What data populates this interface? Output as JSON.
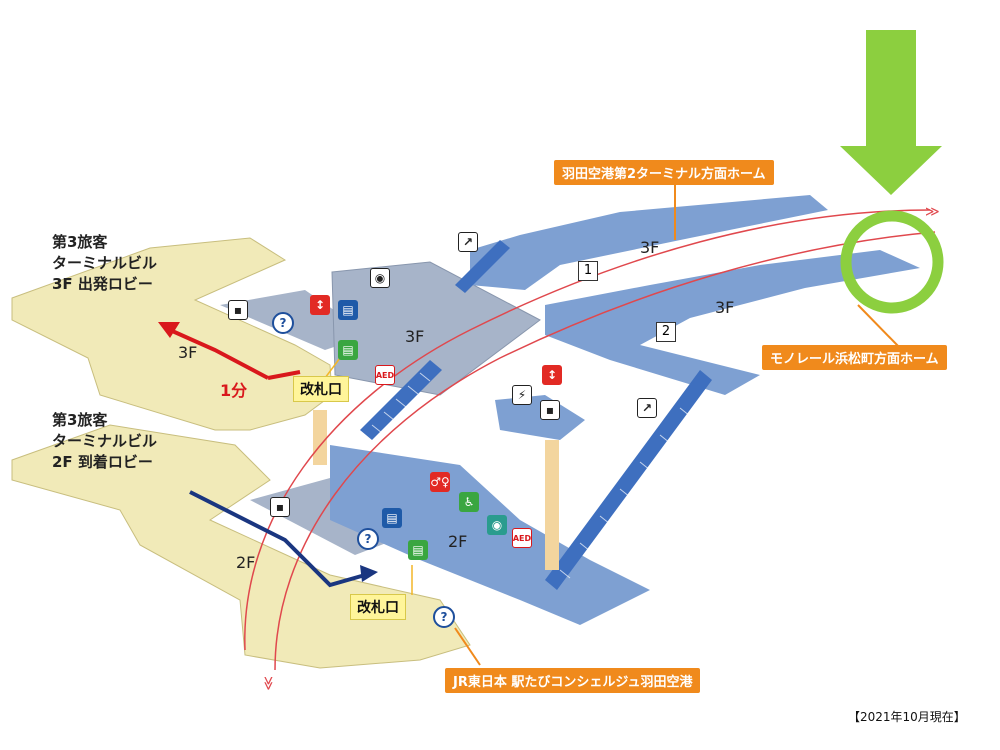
{
  "terminal_3f": {
    "line1": "第3旅客",
    "line2": "ターミナルビル",
    "line3": "3F 出発ロビー"
  },
  "terminal_2f": {
    "line1": "第3旅客",
    "line2": "ターミナルビル",
    "line3": "2F 到着ロビー"
  },
  "floors": {
    "left_3f": "3F",
    "left_2f": "2F",
    "center_3f": "3F",
    "platform1_3f": "3F",
    "platform2_3f": "3F",
    "mid_2f": "2F"
  },
  "platforms": {
    "num1": "1",
    "num2": "2"
  },
  "walk_time": "1分",
  "gates": {
    "upper": "改札口",
    "lower": "改札口"
  },
  "callouts": {
    "haneda_t2": "羽田空港第2ターミナル方面ホーム",
    "hamamatsucho": "モノレール浜松町方面ホーム",
    "concierge": "JR東日本 駅たびコンシェルジュ羽田空港"
  },
  "footer": "【2021年10月現在】",
  "icons": {
    "elevator": "↕",
    "info": "?",
    "aed": "AED",
    "escalator": "↗",
    "toilet": "♂♀",
    "accessible": "♿",
    "baby": "◉",
    "outlet": "⚡",
    "ticket": "▤",
    "staff": "▪"
  },
  "colors": {
    "floor_cream": "#f1eab8",
    "floor_blue": "#7ea0d2",
    "floor_gray": "#a7b4c9",
    "highlight_green": "#8ccf3f",
    "rail_red": "#e0484d",
    "callout_orange": "#f08a1c"
  }
}
